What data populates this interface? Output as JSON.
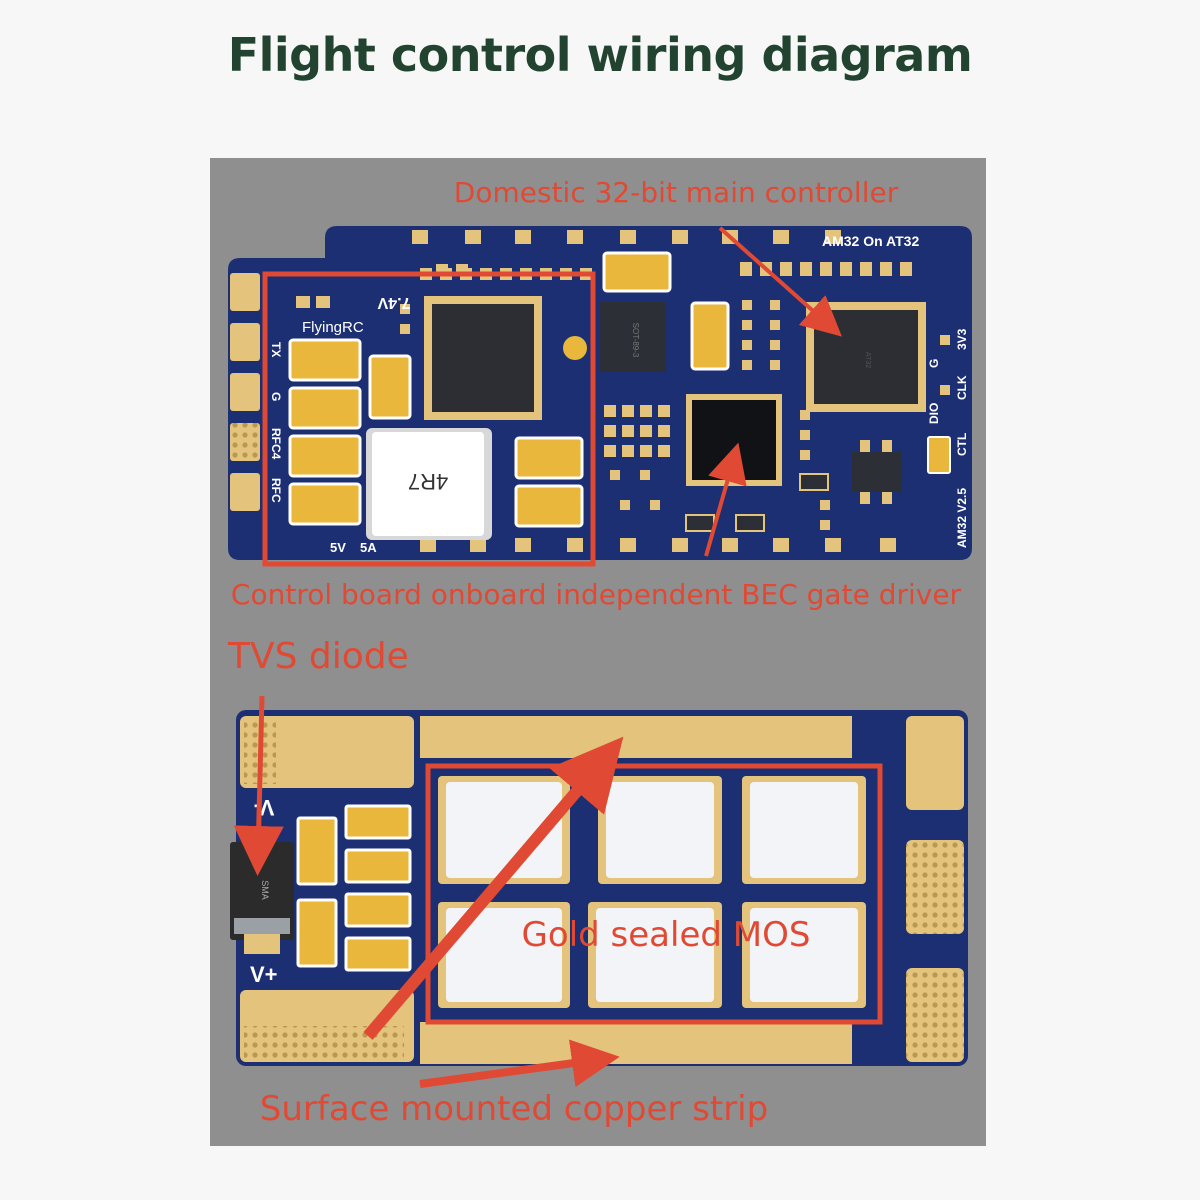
{
  "title": "Flight control wiring diagram",
  "colors": {
    "panel": "#8f8f8f",
    "pcb": "#1d2f73",
    "pad": "#e4c47c",
    "smd": "#e8b73b",
    "annotation": "#e04a34",
    "title": "#21432f"
  },
  "annotations": {
    "main_controller": "Domestic 32-bit main controller",
    "bec_gate_driver": "Control board onboard independent BEC gate driver",
    "tvs_diode": "TVS diode",
    "gold_mos": "Gold sealed MOS",
    "copper_strip": "Surface mounted copper strip"
  },
  "board_top": {
    "model": "AM32 On AT32",
    "brand": "FlyingRC",
    "voltage_high": "7.4V",
    "voltage_low": "5V",
    "current": "5A",
    "inductor": "4R7",
    "pins_left": [
      "TX",
      "G",
      "RFC4",
      "RFC"
    ],
    "pins_right": [
      "3V3",
      "G",
      "CLK",
      "DIO",
      "CTL"
    ],
    "version": "AM32 V2.5",
    "regulator_marking": "SOT-89-3",
    "chip_marking": "AT32"
  },
  "board_bottom": {
    "neg_label": "V-",
    "pos_label": "V+",
    "diode_marking": "SMA"
  }
}
